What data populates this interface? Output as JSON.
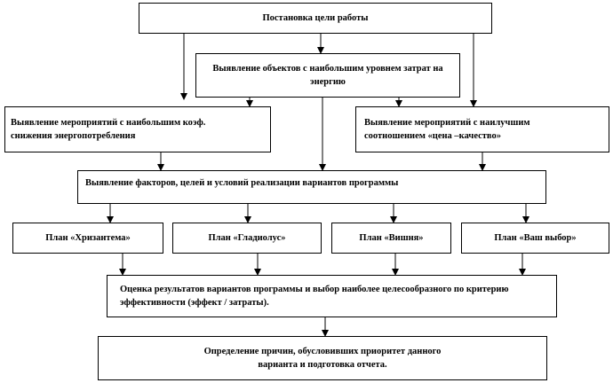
{
  "boxes": {
    "goal": "Постановка цели работы",
    "objects": "Выявление объектов с наибольшим уровнем затрат на энергию",
    "measures_coef": "Выявление мероприятий с наибольшим коэф. снижения энергопотребления",
    "measures_price": "Выявление мероприятий с наилучшим соотношением «цена –качество»",
    "factors": "Выявление факторов, целей и условий реализации вариантов программы",
    "plan1": "План «Хризантема»",
    "plan2": "План «Гладиолус»",
    "plan3": "План «Вишня»",
    "plan4": "План «Ваш выбор»",
    "evaluation": "Оценка результатов вариантов программы и выбор наиболее целесообразного по критерию эффективности (эффект / затраты).",
    "conclusion": "Определение причин, обусловивших приоритет данного варианта и подготовка отчета."
  }
}
